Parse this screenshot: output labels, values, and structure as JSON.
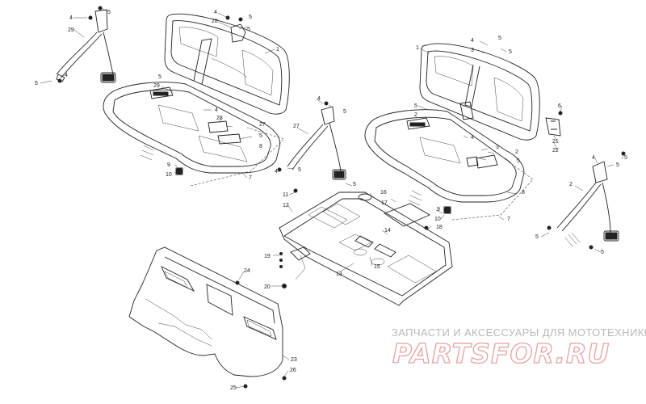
{
  "diagram": {
    "callouts": [
      {
        "id": "c1",
        "text": "4"
      },
      {
        "id": "c2",
        "text": "5"
      },
      {
        "id": "c3",
        "text": "29"
      },
      {
        "id": "c4",
        "text": "5"
      },
      {
        "id": "c5",
        "text": "4"
      },
      {
        "id": "c6",
        "text": "4"
      },
      {
        "id": "c7",
        "text": "28"
      },
      {
        "id": "c8",
        "text": "5"
      },
      {
        "id": "c9",
        "text": "1"
      },
      {
        "id": "c10",
        "text": "5"
      },
      {
        "id": "c11",
        "text": "29"
      },
      {
        "id": "c12",
        "text": "4"
      },
      {
        "id": "c13",
        "text": "5"
      },
      {
        "id": "c14",
        "text": "28"
      },
      {
        "id": "c15",
        "text": "27"
      },
      {
        "id": "c16",
        "text": "5"
      },
      {
        "id": "c17",
        "text": "8"
      },
      {
        "id": "c18",
        "text": "9"
      },
      {
        "id": "c19",
        "text": "10"
      },
      {
        "id": "c20",
        "text": "7"
      },
      {
        "id": "c21",
        "text": "4"
      },
      {
        "id": "c22",
        "text": "5"
      },
      {
        "id": "c23",
        "text": "27"
      },
      {
        "id": "c24",
        "text": "5"
      },
      {
        "id": "c25",
        "text": "4"
      },
      {
        "id": "c26",
        "text": "5"
      },
      {
        "id": "c27",
        "text": "11"
      },
      {
        "id": "c28",
        "text": "12"
      },
      {
        "id": "c29",
        "text": "16"
      },
      {
        "id": "c30",
        "text": "17"
      },
      {
        "id": "c31",
        "text": "9"
      },
      {
        "id": "c32",
        "text": "18"
      },
      {
        "id": "c33",
        "text": "14"
      },
      {
        "id": "c34",
        "text": "13"
      },
      {
        "id": "c35",
        "text": "15"
      },
      {
        "id": "c36",
        "text": "19"
      },
      {
        "id": "c37",
        "text": "20"
      },
      {
        "id": "c38",
        "text": "24"
      },
      {
        "id": "c39",
        "text": "23"
      },
      {
        "id": "c40",
        "text": "26"
      },
      {
        "id": "c41",
        "text": "25"
      },
      {
        "id": "c42",
        "text": "1"
      },
      {
        "id": "c43",
        "text": "4"
      },
      {
        "id": "c44",
        "text": "5"
      },
      {
        "id": "c45",
        "text": "3"
      },
      {
        "id": "c46",
        "text": "5"
      },
      {
        "id": "c47",
        "text": "5"
      },
      {
        "id": "c48",
        "text": "2"
      },
      {
        "id": "c49",
        "text": "4"
      },
      {
        "id": "c50",
        "text": "3"
      },
      {
        "id": "c51",
        "text": "2"
      },
      {
        "id": "c52",
        "text": "5"
      },
      {
        "id": "c53",
        "text": "8"
      },
      {
        "id": "c54",
        "text": "10"
      },
      {
        "id": "c55",
        "text": "7"
      },
      {
        "id": "c56",
        "text": "6"
      },
      {
        "id": "c57",
        "text": "21"
      },
      {
        "id": "c58",
        "text": "22"
      },
      {
        "id": "c59",
        "text": "4"
      },
      {
        "id": "c60",
        "text": "5"
      },
      {
        "id": "c61",
        "text": "2"
      },
      {
        "id": "c62",
        "text": "5"
      },
      {
        "id": "c63",
        "text": "5"
      },
      {
        "id": "c64",
        "text": "5"
      }
    ]
  },
  "watermark": {
    "caption": "ЗАПЧАСТИ И АКСЕССУАРЫ ДЛЯ МОТОТЕХНИКИ",
    "logo": "PARTSFOR.RU",
    "caption_color": "#b9b9b9",
    "logo_color": "#e6a3a3"
  }
}
